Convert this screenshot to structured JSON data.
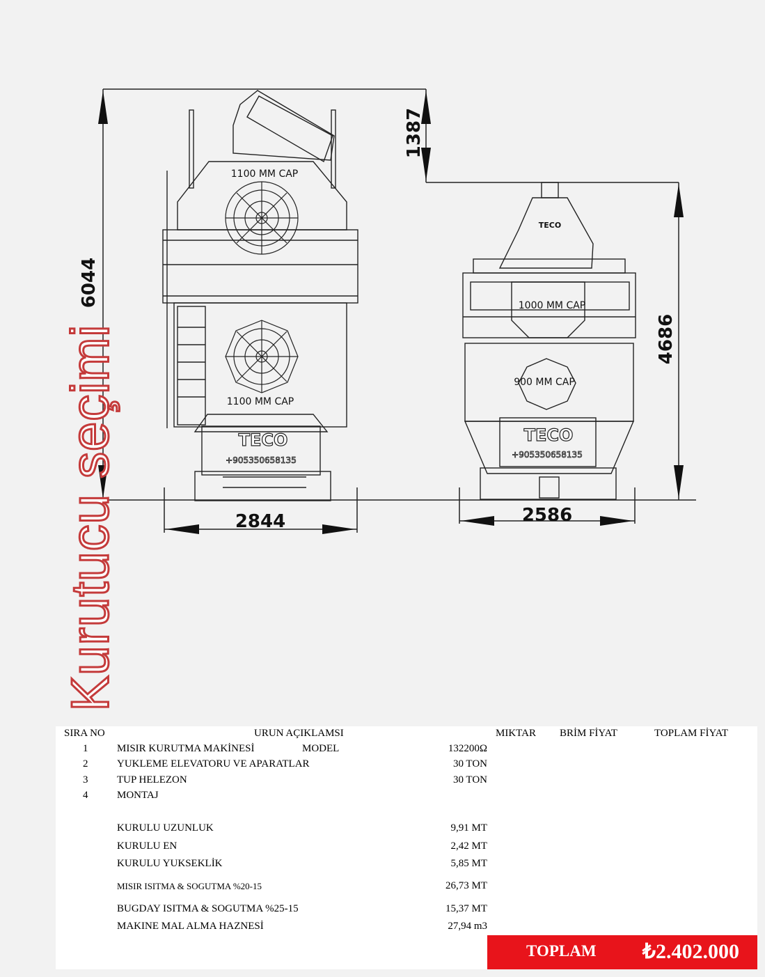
{
  "title": "Kurutucu seçimi",
  "dimensions": {
    "left_height": "6044",
    "top_offset": "1387",
    "right_height": "4686",
    "left_width": "2844",
    "right_width": "2586"
  },
  "labels": {
    "left_upper_fan": "1100 MM CAP",
    "left_lower_fan": "1100 MM CAP",
    "right_upper": "1000 MM CAP",
    "right_lower": "900 MM CAP",
    "brand": "TECO",
    "phone": "+905350658135"
  },
  "table": {
    "headers": {
      "no": "SIRA NO",
      "desc": "URUN AÇIKLAMSI",
      "qty": "MIKTAR",
      "unit_price": "BRİM FİYAT",
      "total_price": "TOPLAM FİYAT"
    },
    "rows": [
      {
        "no": "1",
        "desc": "MISIR KURUTMA MAKİNESİ",
        "extra": "MODEL",
        "value": "132200Ω"
      },
      {
        "no": "2",
        "desc": "YUKLEME  ELEVATORU  VE APARATLAR",
        "extra": "",
        "value": "30 TON"
      },
      {
        "no": "3",
        "desc": "TUP HELEZON",
        "extra": "",
        "value": "30 TON"
      },
      {
        "no": "4",
        "desc": "MONTAJ",
        "extra": "",
        "value": ""
      }
    ],
    "specs": [
      {
        "desc": "KURULU UZUNLUK",
        "value": "9,91 MT"
      },
      {
        "desc": "KURULU EN",
        "value": "2,42 MT"
      },
      {
        "desc": "KURULU YUKSEKLİK",
        "value": "5,85 MT"
      },
      {
        "desc": "MISIR  ISITMA  & SOGUTMA %20-15",
        "value": "26,73 MT"
      },
      {
        "desc": "BUGDAY  ISITMA  & SOGUTMA %25-15",
        "value": "15,37 MT"
      },
      {
        "desc": "MAKINE MAL ALMA HAZNESİ",
        "value": "27,94 m3"
      }
    ],
    "total_label": "TOPLAM",
    "total_value": "₺2.402.000"
  },
  "colors": {
    "accent": "#e8141b",
    "title_outline": "#c43a3a"
  }
}
